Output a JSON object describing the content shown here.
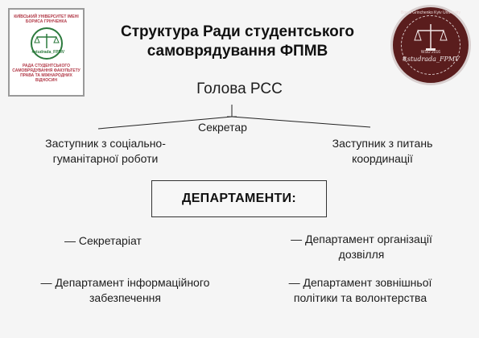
{
  "logos": {
    "left": {
      "top_text": "КИЇВСЬКИЙ УНІВЕРСИТЕТ ІМЕНІ БОРИСА ГРІНЧЕНКА",
      "tag": "#studrada_FPMV",
      "bottom_text": "РАДА СТУДЕНТСЬКОГО САМОВРЯДУВАННЯ ФАКУЛЬТЕТУ ПРАВА ТА МІЖНАРОДНИХ ВІДНОСИН",
      "accent": "#b23a48",
      "green": "#2c7a3d"
    },
    "right": {
      "arc_text": "Borys Grinchenko Kyiv University",
      "year": "WSU 2016",
      "tag": "#studrada_FPMV",
      "bg": "#5a1d1d"
    }
  },
  "title": {
    "line1": "Структура Ради студентського",
    "line2": "самоврядування ФПМВ"
  },
  "head": "Голова РСС",
  "secretary": "Секретар",
  "deputy_left": {
    "line1": "Заступник з соціально-",
    "line2": "гуманітарної роботи"
  },
  "deputy_right": {
    "line1": "Заступник з питань",
    "line2": "координації"
  },
  "departments_title": "ДЕПАРТАМЕНТИ:",
  "departments": {
    "secretariat": "Секретаріат",
    "leisure": {
      "line1": "Департамент організації",
      "line2": "дозвілля"
    },
    "info": {
      "line1": "Департамент інформаційного",
      "line2": "забезпечення"
    },
    "foreign": {
      "line1": "Департамент зовнішньої",
      "line2": "політики та волонтерства"
    }
  },
  "dash": "—"
}
